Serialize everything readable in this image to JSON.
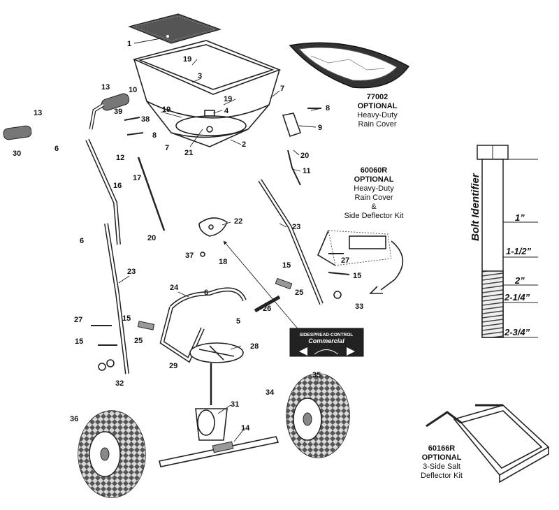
{
  "callouts": [
    {
      "id": "c1",
      "label": "1"
    },
    {
      "id": "c19a",
      "label": "19"
    },
    {
      "id": "c3",
      "label": "3"
    },
    {
      "id": "c13a",
      "label": "13"
    },
    {
      "id": "c10",
      "label": "10"
    },
    {
      "id": "c39",
      "label": "39"
    },
    {
      "id": "c38",
      "label": "38"
    },
    {
      "id": "c8a",
      "label": "8"
    },
    {
      "id": "c12",
      "label": "12"
    },
    {
      "id": "c13b",
      "label": "13"
    },
    {
      "id": "c6a",
      "label": "6"
    },
    {
      "id": "c30",
      "label": "30"
    },
    {
      "id": "c19b",
      "label": "19"
    },
    {
      "id": "c4",
      "label": "4"
    },
    {
      "id": "c19c",
      "label": "19"
    },
    {
      "id": "c7a",
      "label": "7"
    },
    {
      "id": "c21",
      "label": "21"
    },
    {
      "id": "c2",
      "label": "2"
    },
    {
      "id": "c7b",
      "label": "7"
    },
    {
      "id": "c8b",
      "label": "8"
    },
    {
      "id": "c9",
      "label": "9"
    },
    {
      "id": "c20a",
      "label": "20"
    },
    {
      "id": "c11",
      "label": "11"
    },
    {
      "id": "c16",
      "label": "16"
    },
    {
      "id": "c17",
      "label": "17"
    },
    {
      "id": "c6b",
      "label": "6"
    },
    {
      "id": "c20b",
      "label": "20"
    },
    {
      "id": "c22",
      "label": "22"
    },
    {
      "id": "c37",
      "label": "37"
    },
    {
      "id": "c18",
      "label": "18"
    },
    {
      "id": "c23a",
      "label": "23"
    },
    {
      "id": "c23b",
      "label": "23"
    },
    {
      "id": "c27a",
      "label": "27"
    },
    {
      "id": "c15a",
      "label": "15"
    },
    {
      "id": "c15b",
      "label": "15"
    },
    {
      "id": "c25a",
      "label": "25"
    },
    {
      "id": "c33",
      "label": "33"
    },
    {
      "id": "c24",
      "label": "24"
    },
    {
      "id": "c6c",
      "label": "6"
    },
    {
      "id": "c26",
      "label": "26"
    },
    {
      "id": "c5",
      "label": "5"
    },
    {
      "id": "c27b",
      "label": "27"
    },
    {
      "id": "c15c",
      "label": "15"
    },
    {
      "id": "c15d",
      "label": "15"
    },
    {
      "id": "c25b",
      "label": "25"
    },
    {
      "id": "c28",
      "label": "28"
    },
    {
      "id": "c29",
      "label": "29"
    },
    {
      "id": "c32",
      "label": "32"
    },
    {
      "id": "c35",
      "label": "35"
    },
    {
      "id": "c34",
      "label": "34"
    },
    {
      "id": "c31",
      "label": "31"
    },
    {
      "id": "c36",
      "label": "36"
    },
    {
      "id": "c14",
      "label": "14"
    }
  ],
  "optional_kits": [
    {
      "part_no": "77002",
      "tag": "OPTIONAL",
      "line1": "Heavy-Duty",
      "line2": "Rain Cover",
      "line3": ""
    },
    {
      "part_no": "60060R",
      "tag": "OPTIONAL",
      "line1": "Heavy-Duty",
      "line2": "Rain Cover",
      "line3": "&",
      "line4": "Side Deflector Kit"
    },
    {
      "part_no": "60166R",
      "tag": "OPTIONAL",
      "line1": "3-Side Salt",
      "line2": "Deflector Kit",
      "line3": ""
    }
  ],
  "bolt_identifier": {
    "title": "Bolt Identifier",
    "sizes": [
      "1”",
      "1-1/2”",
      "2”",
      "2-1/4”",
      "2-3/4”"
    ]
  },
  "control_plate": {
    "line1": "SIDESPREAD-CONTROL",
    "line2": "Commercial",
    "plate_color": "#222222"
  }
}
